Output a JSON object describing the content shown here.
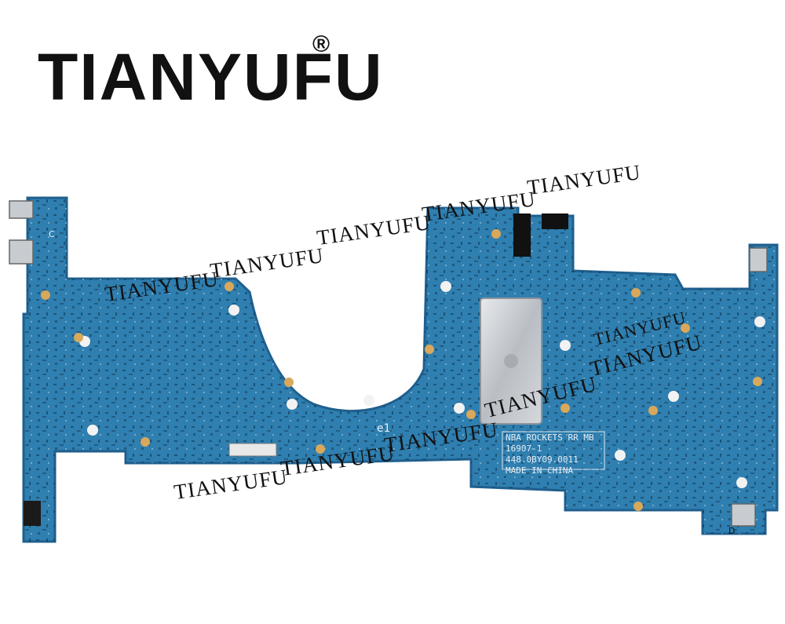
{
  "brand": {
    "name": "TIANYUFU",
    "registered_mark": "®"
  },
  "watermarks": [
    "TIANYUFU",
    "TIANYUFU",
    "TIANYUFU",
    "TIANYUFU",
    "TIANYUFU",
    "TIANYUFU",
    "TIANYUFU",
    "TIANYUFU",
    "TIANYUFU",
    "TIANYUFU",
    "TIANYUFU"
  ],
  "board_label": {
    "line1": "NBA ROCKETS RR MB",
    "line2": "16907-1",
    "line3": "448.0BY09.0011",
    "line4": "MADE IN CHINA"
  },
  "silkscreen": {
    "e1": "e1",
    "corner_c": "C",
    "corner_d": "D"
  },
  "colors": {
    "pcb": "#2f7fb0",
    "pcb_dark": "#1f5f8e",
    "heatsink": "#c9ccd0",
    "text": "#111111"
  }
}
